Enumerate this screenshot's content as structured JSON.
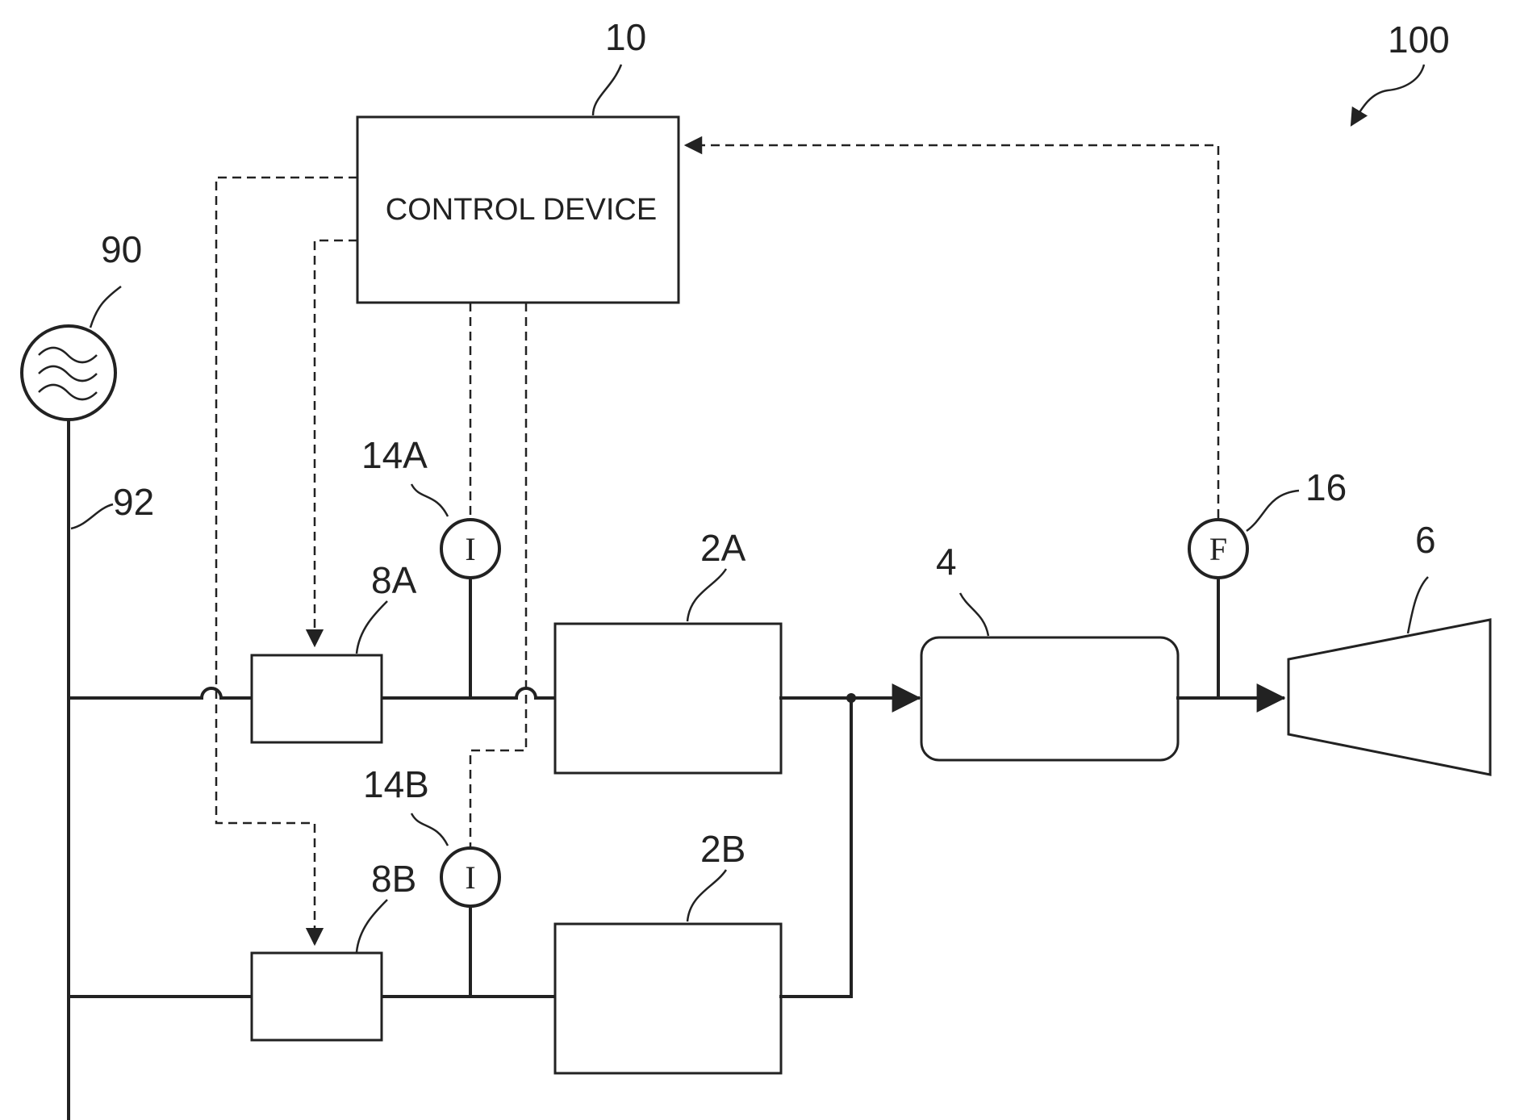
{
  "refs": {
    "system": "100",
    "control": "10",
    "power_source": "90",
    "power_line": "92",
    "sensor_a": "14A",
    "sensor_b": "14B",
    "switch_a": "8A",
    "switch_b": "8B",
    "unit_a": "2A",
    "unit_b": "2B",
    "vessel": "4",
    "flow_sensor": "16",
    "output_device": "6"
  },
  "control_label": "CONTROL DEVICE",
  "sensor_symbols": {
    "current": "I",
    "flow": "F"
  },
  "colors": {
    "line": "#222222",
    "background": "#ffffff"
  },
  "icons": {
    "power_source": "ac-wave-icon",
    "output_device": "funnel-icon"
  }
}
